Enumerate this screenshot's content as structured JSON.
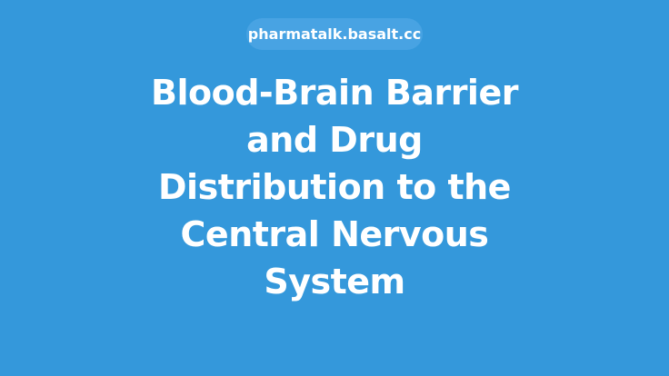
{
  "site": {
    "domain_label": "pharmatalk.basalt.cc"
  },
  "article": {
    "title_lines": [
      "Blood-Brain Barrier",
      "and Drug",
      "Distribution to the",
      "Central Nervous",
      "System"
    ]
  },
  "colors": {
    "background": "#3498db",
    "pill": "#48a3e3",
    "text": "#ffffff"
  }
}
